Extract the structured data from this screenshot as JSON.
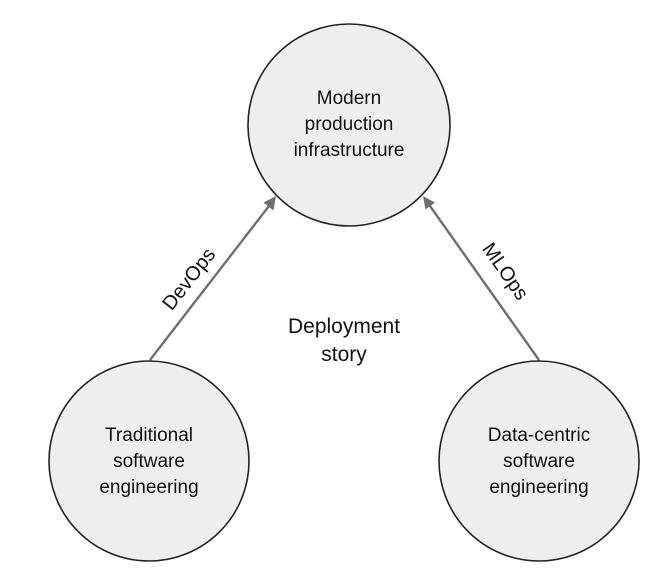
{
  "diagram": {
    "nodes": {
      "top": {
        "lines": [
          "Modern",
          "production",
          "infrastructure"
        ]
      },
      "left": {
        "lines": [
          "Traditional",
          "software",
          "engineering"
        ]
      },
      "right": {
        "lines": [
          "Data-centric",
          "software",
          "engineering"
        ]
      }
    },
    "center_label": {
      "lines": [
        "Deployment",
        "story"
      ]
    },
    "edges": {
      "left_to_top": {
        "label": "DevOps"
      },
      "right_to_top": {
        "label": "MLOps"
      }
    },
    "colors": {
      "node_fill": "#eeeeee",
      "node_stroke": "#222222",
      "edge": "#6f6f6f",
      "text": "#111111"
    }
  }
}
